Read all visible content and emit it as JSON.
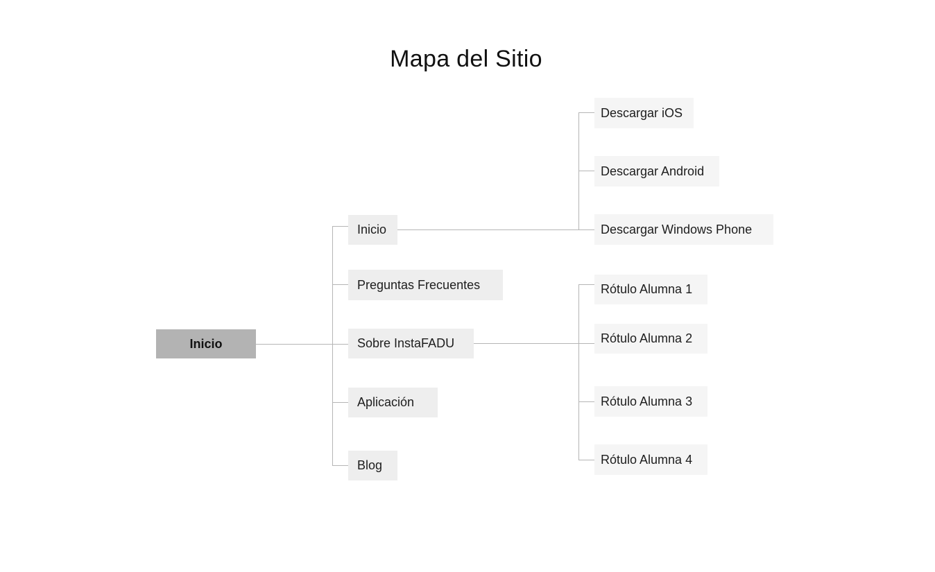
{
  "title": "Mapa del Sitio",
  "colors": {
    "root_box": "#b3b3b3",
    "level1_box": "#eeeeee",
    "level2_box": "#f5f5f5",
    "connector": "#b5b5b5"
  },
  "root": {
    "label": "Inicio"
  },
  "level1": [
    {
      "label": "Inicio"
    },
    {
      "label": "Preguntas Frecuentes"
    },
    {
      "label": "Sobre InstaFADU"
    },
    {
      "label": "Aplicación"
    },
    {
      "label": "Blog"
    }
  ],
  "inicio_children": [
    {
      "label": "Descargar iOS"
    },
    {
      "label": "Descargar Android"
    },
    {
      "label": "Descargar Windows Phone"
    }
  ],
  "sobre_children": [
    {
      "label": "Rótulo Alumna 1"
    },
    {
      "label": "Rótulo Alumna 2"
    },
    {
      "label": "Rótulo Alumna 3"
    },
    {
      "label": "Rótulo Alumna 4"
    }
  ]
}
